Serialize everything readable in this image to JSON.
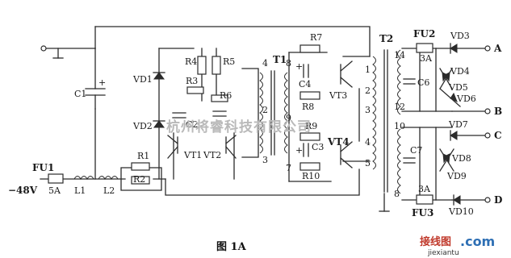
{
  "labels": {
    "input_voltage": "−48V",
    "fu1": "FU1",
    "fu1_rating": "5A",
    "l1": "L1",
    "l2": "L2",
    "c1": "C1",
    "vd1": "VD1",
    "vd2": "VD2",
    "r1": "R1",
    "r2": "R2",
    "r3": "R3",
    "r4": "R4",
    "r5": "R5",
    "r6": "R6",
    "c2": "C2",
    "vt1": "VT1",
    "vt2": "VT2",
    "t1": "T1",
    "t1_pins": [
      "4",
      "8",
      "2",
      "9",
      "3",
      "7"
    ],
    "r7": "R7",
    "c4": "C4",
    "r8": "R8",
    "vt3": "VT3",
    "r9": "R9",
    "c3": "C3",
    "r10": "R10",
    "vt4": "VT4",
    "t2": "T2",
    "t2_pins": [
      "1",
      "2",
      "3",
      "4",
      "5",
      "14",
      "12",
      "10",
      "8"
    ],
    "fu2": "FU2",
    "fu2_rating": "3A",
    "fu3": "FU3",
    "fu3_rating": "3A",
    "c6": "C6",
    "c7": "C7",
    "vd3": "VD3",
    "vd4": "VD4",
    "vd5": "VD5",
    "vd6": "VD6",
    "vd7": "VD7",
    "vd8": "VD8",
    "vd9": "VD9",
    "vd10": "VD10",
    "out_a": "A",
    "out_b": "B",
    "out_c": "C",
    "out_d": "D"
  },
  "watermark": "杭州将睿科技有限公司",
  "caption": "图 1A",
  "logo": {
    "cn": "接线图",
    "dot_com": ".com",
    "url": "jiexiantu"
  }
}
